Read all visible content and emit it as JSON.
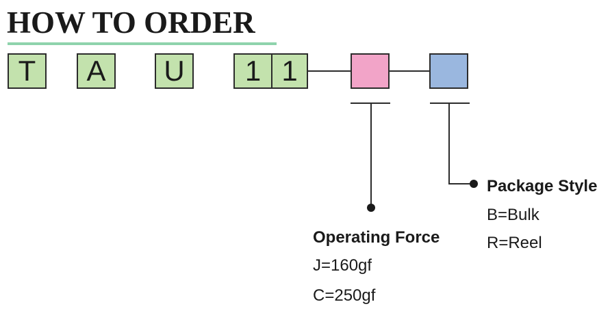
{
  "title": "HOW TO ORDER",
  "part_code": {
    "chars": [
      "T",
      "A",
      "U",
      "1",
      "1"
    ]
  },
  "operating_force": {
    "heading": "Operating Force",
    "options": [
      "J=160gf",
      "C=250gf"
    ]
  },
  "package_style": {
    "heading": "Package Style",
    "options": [
      "B=Bulk",
      "R=Reel"
    ]
  },
  "colors": {
    "code_box": "#c3e2ad",
    "operating_force_box": "#f2a4c8",
    "package_style_box": "#9ab7df",
    "title_underline": "#8fd3ac"
  }
}
